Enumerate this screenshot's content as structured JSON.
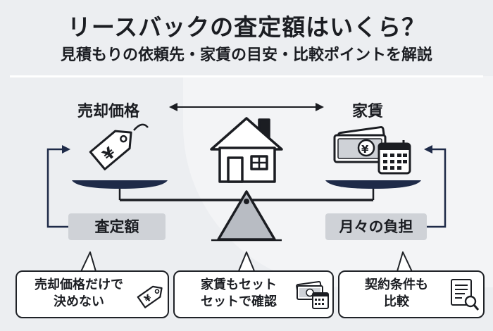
{
  "header": {
    "title": "リースバックの査定額はいくら？",
    "subtitle": "見積もりの依頼先・家賃の目安・比較ポイントを解説"
  },
  "diagram": {
    "left_label": "売却価格",
    "right_label": "家賃",
    "left_pill": "査定額",
    "right_pill": "月々の負担",
    "yen_symbol": "¥"
  },
  "callouts": [
    {
      "line1": "売却価格だけで",
      "line2": "決めない"
    },
    {
      "line1": "家賃もセット",
      "line2": "セットで確認"
    },
    {
      "line1": "契約条件も",
      "line2": "比較"
    }
  ],
  "colors": {
    "navy": "#1e2a48",
    "dark": "#1b1d22",
    "pill": "#cfd2d7",
    "bg": "#eceef1"
  }
}
